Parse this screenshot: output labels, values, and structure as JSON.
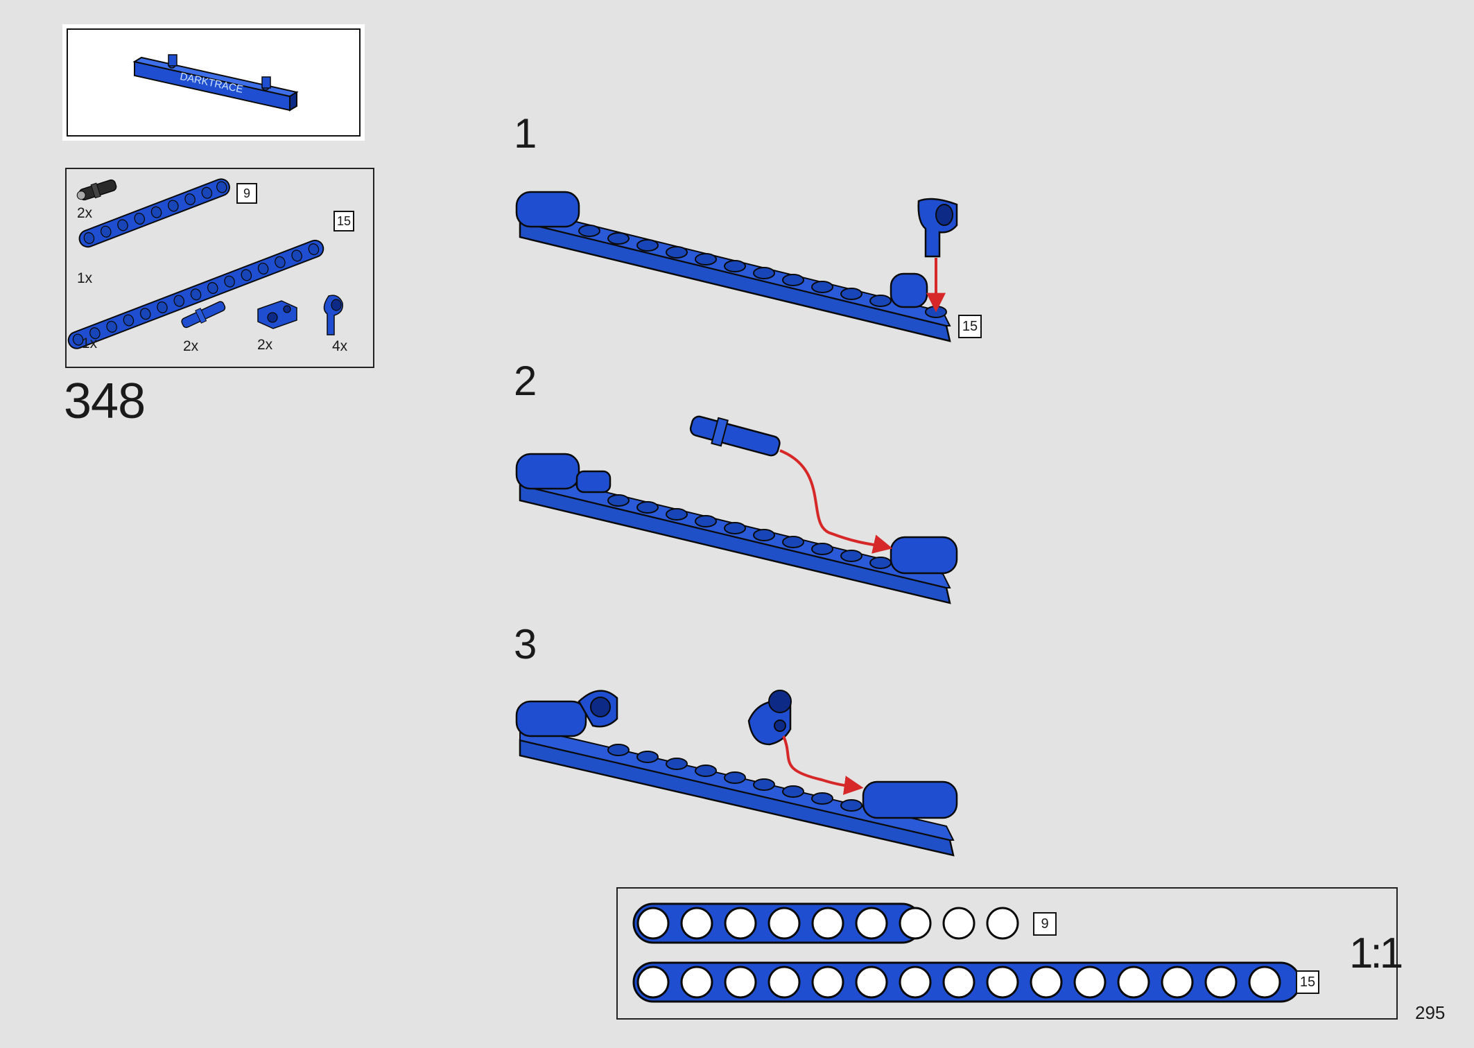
{
  "preview": {
    "logo_text": "DARKTRACE",
    "colors": {
      "brick": "#1f4fd0",
      "dark": "#0d2a86",
      "outline": "#0a0a0a"
    }
  },
  "parts_list": {
    "items": [
      {
        "name": "black-connector-pin",
        "qty": "2x",
        "color": "#2a2a2a"
      },
      {
        "name": "beam-9",
        "qty": "1x",
        "size": "9",
        "color": "#1f4fd0"
      },
      {
        "name": "beam-15",
        "qty": "1x",
        "size": "15",
        "color": "#1f4fd0"
      },
      {
        "name": "blue-axle-pin",
        "qty": "2x",
        "color": "#1f4fd0"
      },
      {
        "name": "blue-cross-block",
        "qty": "2x",
        "color": "#1f4fd0"
      },
      {
        "name": "blue-pin-connector",
        "qty": "4x",
        "color": "#1f4fd0"
      }
    ]
  },
  "step_number": "348",
  "sub_steps": [
    {
      "number": "1",
      "callout_size": "15",
      "arrow_color": "#d62828"
    },
    {
      "number": "2",
      "arrow_color": "#d62828"
    },
    {
      "number": "3",
      "arrow_color": "#d62828"
    }
  ],
  "scale_reference": {
    "label": "1:1",
    "beams": [
      {
        "name": "beam-9",
        "holes": 9,
        "size": "9"
      },
      {
        "name": "beam-15",
        "holes": 15,
        "size": "15"
      }
    ]
  },
  "page_number": "295"
}
